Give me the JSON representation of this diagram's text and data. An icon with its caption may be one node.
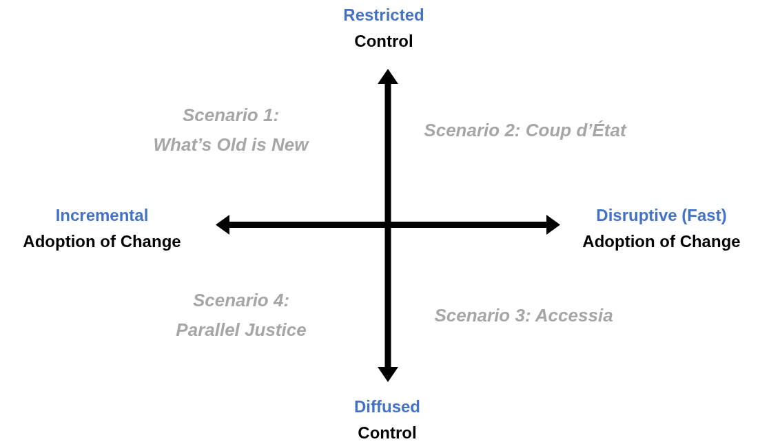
{
  "diagram": {
    "labels": [
      "Restricted",
      "Control",
      "Scenario 1: What’s Old is New",
      "Scenario 2: Coup d’État",
      "Incremental",
      "Adoption of Change",
      "Disruptive (Fast)",
      "Adoption of Change",
      "Scenario 4: Parallel Justice",
      "Scenario 3: Accessia",
      "Diffused",
      "Control"
    ]
  }
}
